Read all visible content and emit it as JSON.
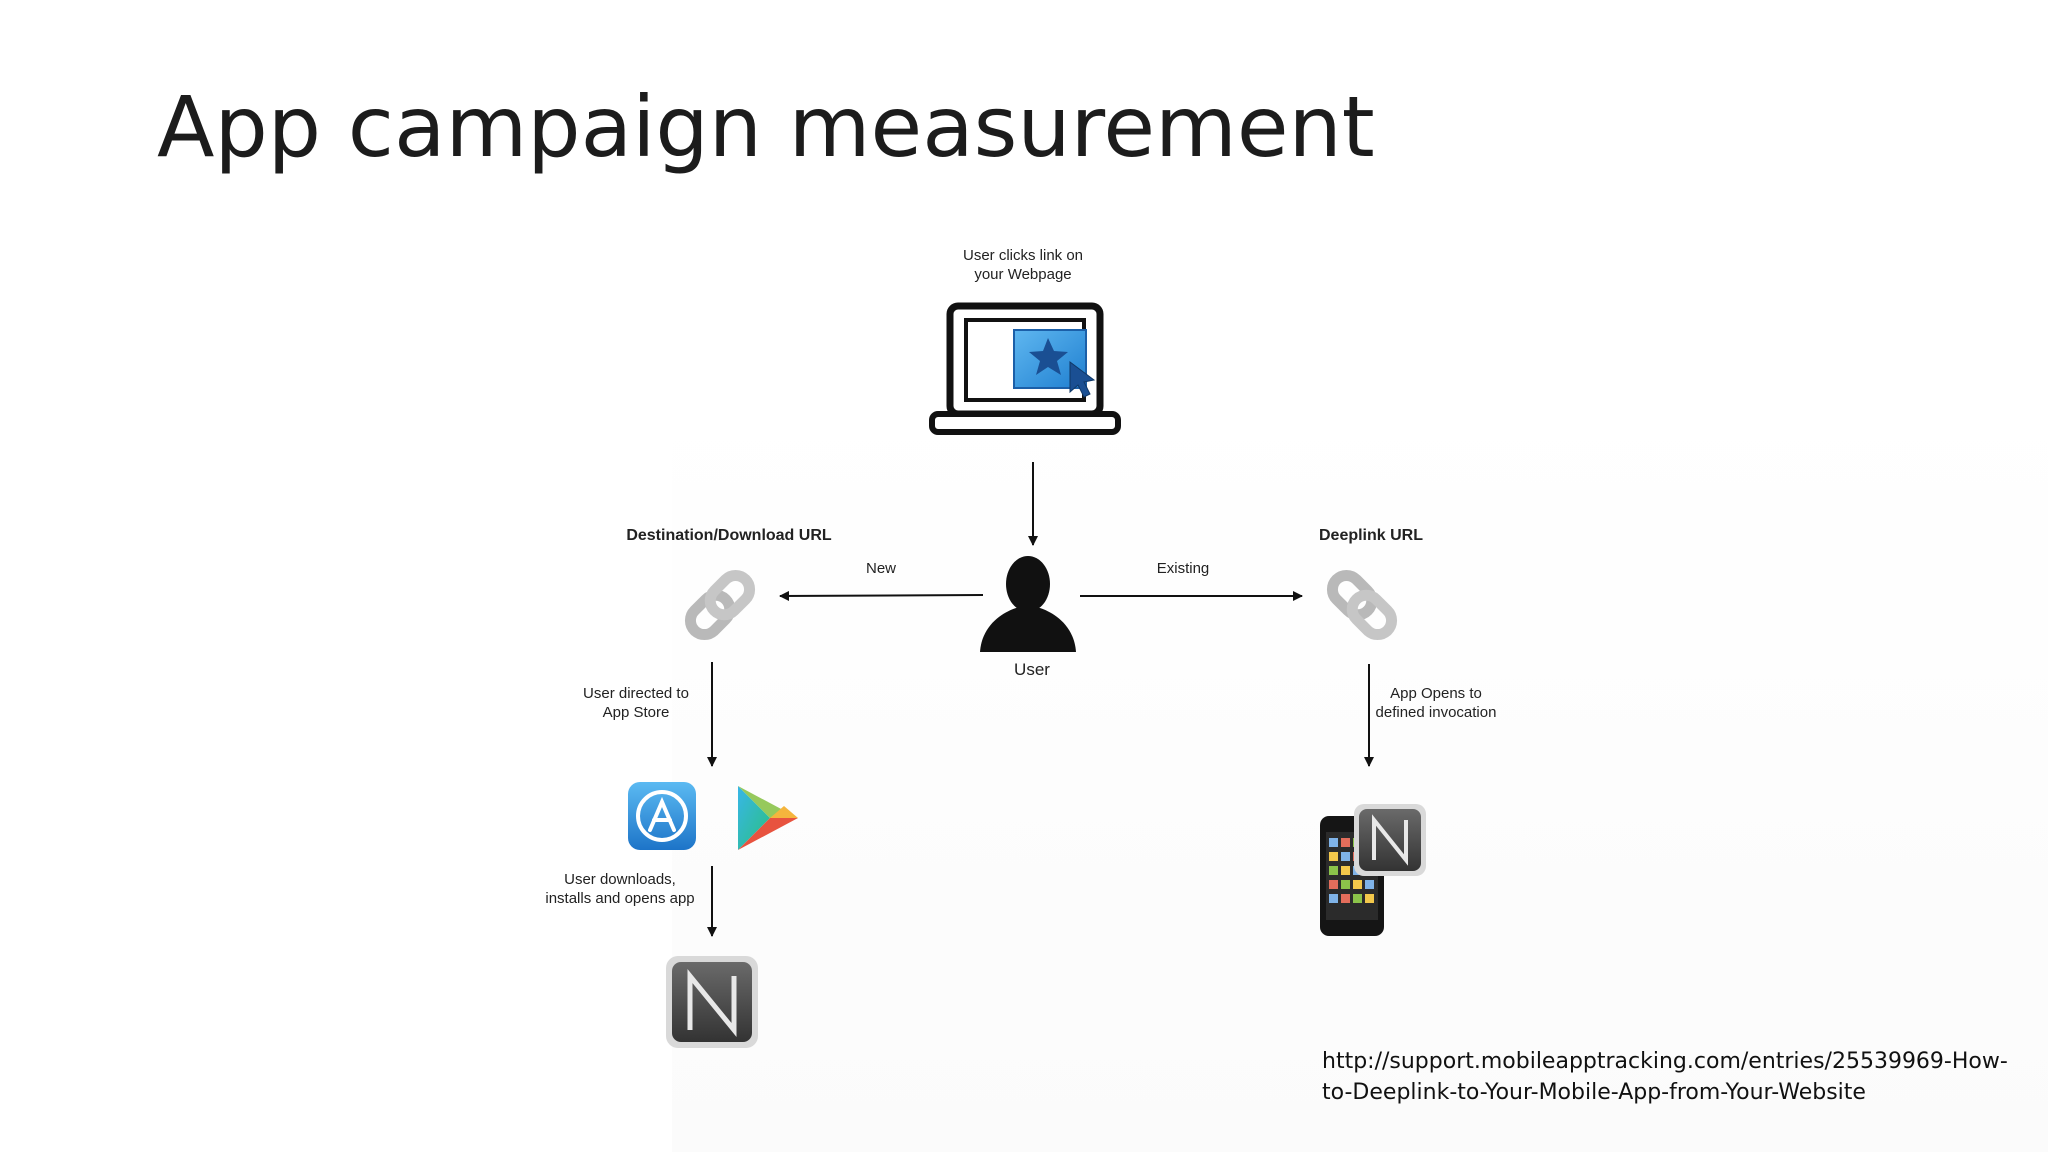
{
  "slide": {
    "title": "App campaign measurement",
    "source_url": "http://support.mobileapptracking.com/entries/25539969-How-\nto-Deeplink-to-Your-Mobile-App-from-Your-Website"
  },
  "diagram": {
    "top_label": "User clicks link on\nyour Webpage",
    "user_label": "User",
    "left_heading": "Destination/Download URL",
    "right_heading": "Deeplink URL",
    "new_label": "New",
    "existing_label": "Existing",
    "app_store_label": "User directed to\nApp Store",
    "download_label": "User downloads,\ninstalls and opens app",
    "deeplink_label": "App Opens to\ndefined invocation",
    "app_letter": "N"
  },
  "colors": {
    "link_gray": "#b9b9b9",
    "app_store_blue": "#2a8fdc",
    "star_blue": "#1a6fc2",
    "n_tile": "#4a4a4a"
  },
  "icons": [
    "laptop-icon",
    "user-silhouette-icon",
    "chain-link-icon",
    "app-store-icon",
    "google-play-icon",
    "n-app-icon",
    "phone-icon"
  ]
}
